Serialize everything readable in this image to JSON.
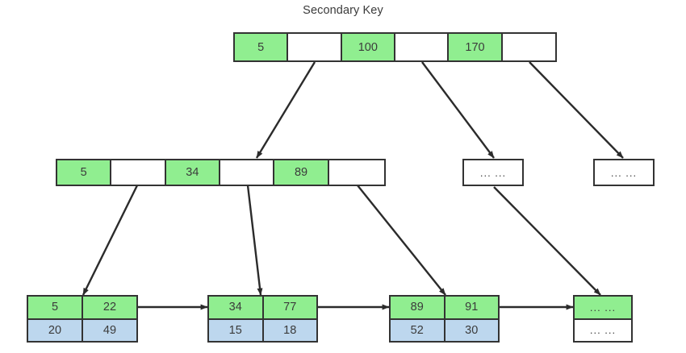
{
  "diagram": {
    "title": "Secondary Key",
    "colors": {
      "key_fill": "#90ee90",
      "value_fill": "#bdd7ee",
      "pointer_fill": "#ffffff",
      "stroke": "#333333",
      "text": "#3b3b3b",
      "background": "#ffffff"
    },
    "ellipsis": "...",
    "root": {
      "label": "root-node",
      "cells": [
        {
          "type": "key",
          "text": "5"
        },
        {
          "type": "pointer",
          "text": ""
        },
        {
          "type": "key",
          "text": "100"
        },
        {
          "type": "pointer",
          "text": ""
        },
        {
          "type": "key",
          "text": "170"
        },
        {
          "type": "pointer",
          "text": ""
        }
      ]
    },
    "internal_nodes": [
      {
        "label": "internal-node-left",
        "cells": [
          {
            "type": "key",
            "text": "5"
          },
          {
            "type": "pointer",
            "text": ""
          },
          {
            "type": "key",
            "text": "34"
          },
          {
            "type": "pointer",
            "text": ""
          },
          {
            "type": "key",
            "text": "89"
          },
          {
            "type": "pointer",
            "text": ""
          }
        ]
      },
      {
        "label": "internal-node-middle",
        "cells": [
          {
            "type": "pointer",
            "text": "...   ..."
          }
        ]
      },
      {
        "label": "internal-node-right",
        "cells": [
          {
            "type": "pointer",
            "text": "...   ..."
          }
        ]
      }
    ],
    "leaves": [
      {
        "label": "leaf-node-1",
        "keys": [
          "5",
          "22"
        ],
        "values": [
          "20",
          "49"
        ]
      },
      {
        "label": "leaf-node-2",
        "keys": [
          "34",
          "77"
        ],
        "values": [
          "15",
          "18"
        ]
      },
      {
        "label": "leaf-node-3",
        "keys": [
          "89",
          "91"
        ],
        "values": [
          "52",
          "30"
        ]
      },
      {
        "label": "leaf-node-4",
        "keys": [
          "...   ..."
        ],
        "values": [
          "...   ..."
        ]
      }
    ]
  }
}
